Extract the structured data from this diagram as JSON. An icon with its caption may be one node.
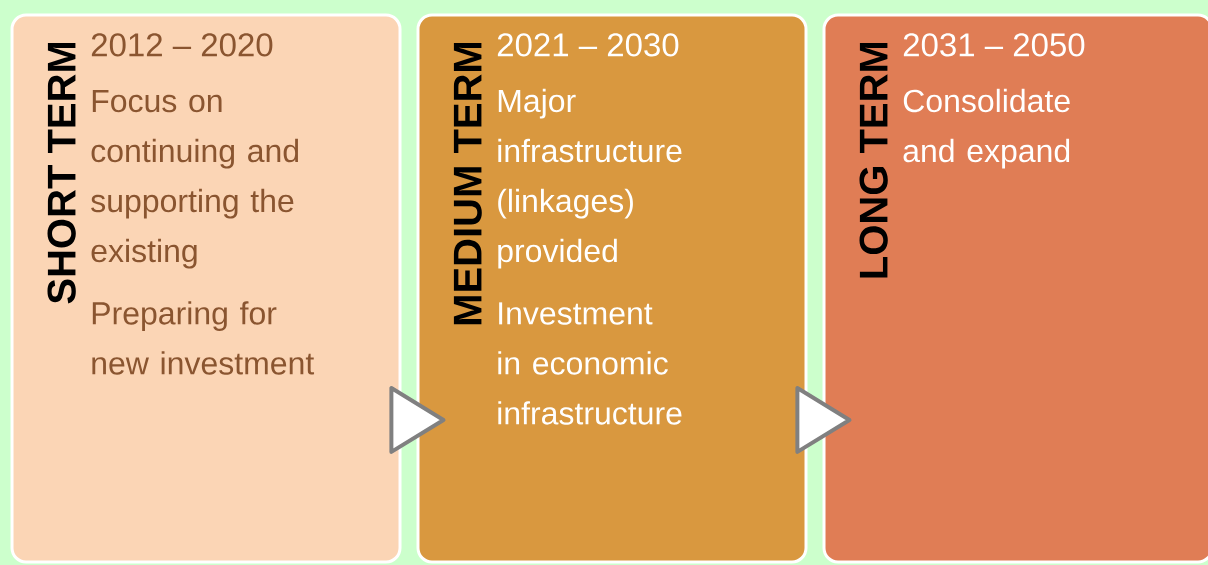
{
  "diagram": {
    "nodes": [
      {
        "text": [
          "SHORT TERM",
          "2012 – 2020",
          "Focus on continuing and supporting the existing",
          "Preparing for new investment"
        ]
      },
      {
        "text": [
          "MEDIUM TERM",
          "2021 – 2030",
          "Major infrastructure (linkages) provided",
          "Investment in economic infrastructure"
        ]
      },
      {
        "text": [
          "LONG TERM",
          "2031 – 2050",
          "Consolidate and expand"
        ]
      }
    ],
    "edges": [
      {
        "from": 0,
        "to": 1,
        "arrow": "to"
      },
      {
        "from": 1,
        "to": 2,
        "arrow": "to"
      }
    ]
  }
}
